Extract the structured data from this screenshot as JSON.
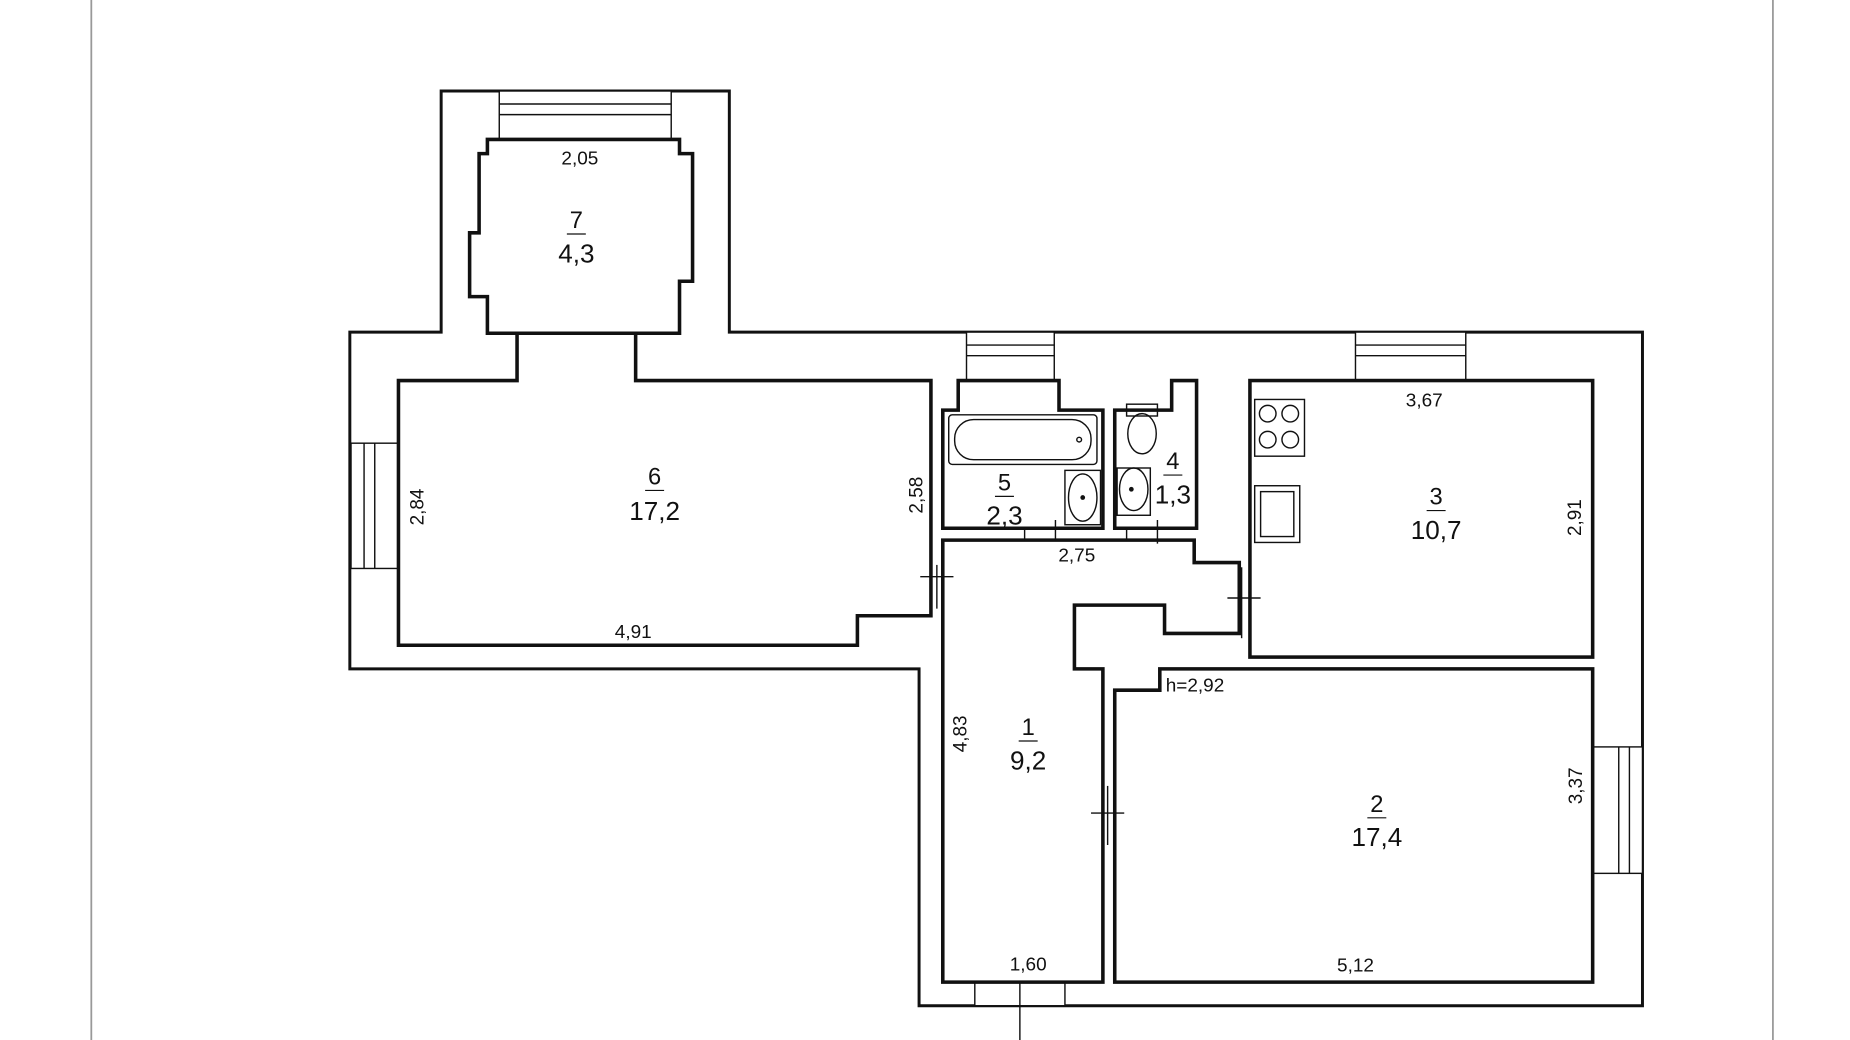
{
  "plan": {
    "ceiling_height": "h=2,92",
    "rooms": [
      {
        "number": "1",
        "area": "9,2"
      },
      {
        "number": "2",
        "area": "17,4"
      },
      {
        "number": "3",
        "area": "10,7"
      },
      {
        "number": "4",
        "area": "1,3"
      },
      {
        "number": "5",
        "area": "2,3"
      },
      {
        "number": "6",
        "area": "17,2"
      },
      {
        "number": "7",
        "area": "4,3"
      }
    ],
    "dimensions": {
      "r7_width": "2,05",
      "r6_height": "2,84",
      "r6_width": "4,91",
      "r6_right": "2,58",
      "corridor_top": "2,75",
      "r3_width": "3,67",
      "r3_height": "2,91",
      "r1_height": "4,83",
      "r1_width": "1,60",
      "r2_width": "5,12",
      "r2_height": "3,37"
    }
  }
}
